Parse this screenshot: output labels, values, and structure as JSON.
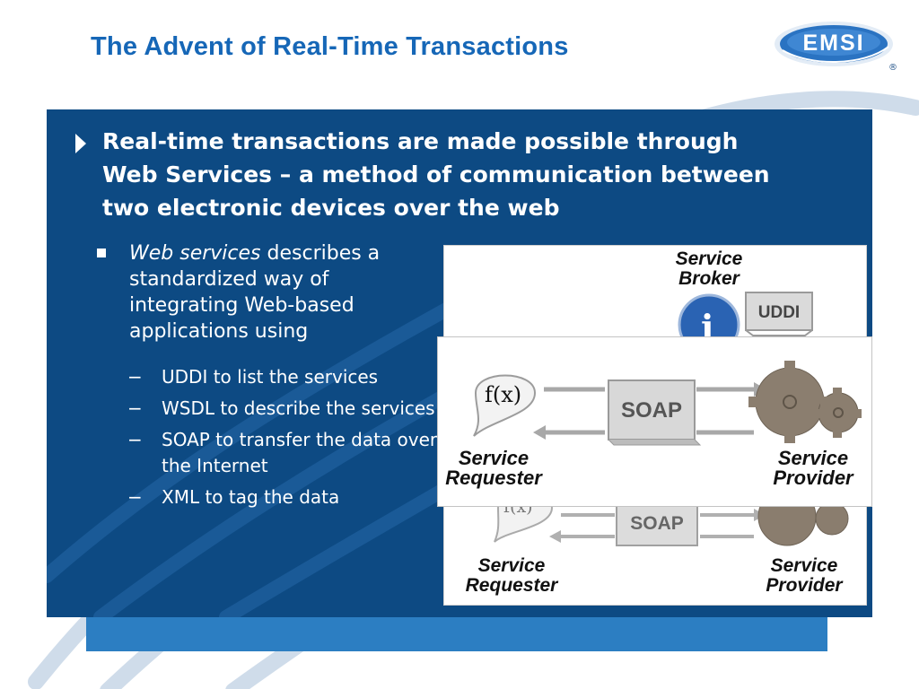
{
  "slide": {
    "title": "The Advent of Real-Time Transactions",
    "brand_color": "#1667b7",
    "panel_color": "#0d4a83"
  },
  "logo": {
    "text": "EMSI",
    "registered": "®"
  },
  "content": {
    "main_bullet": "Real-time transactions are  made possible through Web Services – a method of communication between two electronic devices over the web",
    "sub_bullet": {
      "emphasis": "Web services",
      "rest": " describes a standardized way of integrating Web-based applications using"
    },
    "sub_items": [
      {
        "marker": "−",
        "text": "UDDI to list the services"
      },
      {
        "marker": "−",
        "text": "WSDL to describe the services"
      },
      {
        "marker": "−",
        "text": "SOAP to transfer the data over the Internet"
      },
      {
        "marker": "−",
        "text": "XML to tag the data"
      }
    ]
  },
  "diagram": {
    "broker_label": [
      "Service",
      "Broker"
    ],
    "uddi_label": "UDDI",
    "info_icon_glyph": "i",
    "soap_label": "SOAP",
    "function_label": "f(x)",
    "requester_label": [
      "Service",
      "Requester"
    ],
    "provider_label": [
      "Service",
      "Provider"
    ]
  }
}
